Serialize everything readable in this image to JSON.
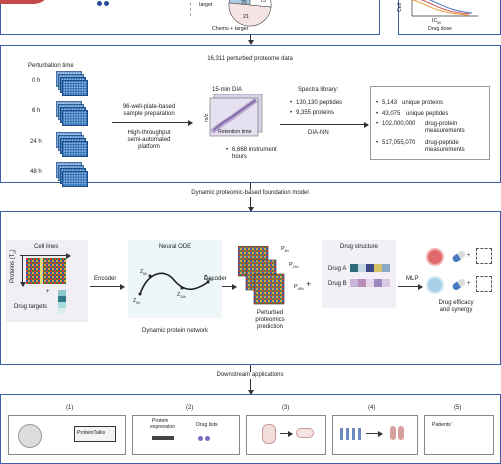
{
  "top": {
    "pie_values": {
      "target": "25",
      "chemo": "21",
      "other": "73"
    },
    "pie_labels": {
      "target": "target",
      "chemo_target": "Chemo + target"
    },
    "ic50": {
      "axis_prefix": "Cell",
      "ic_label": "IC",
      "ic_sub": "50",
      "xlabel": "Drug dose"
    }
  },
  "panel2": {
    "perturbation_title": "Perturbation time",
    "timepoints": [
      "0 h",
      "6 h",
      "24 h",
      "48 h"
    ],
    "proteome_title": "16,311 perturbed proteome data",
    "prep_text": [
      "96-well-plate-based",
      "sample preparation"
    ],
    "platform_text": [
      "High-throughput",
      "semi-automated",
      "platform"
    ],
    "dia_title": "15-min DIA",
    "dia_axes": {
      "y": "m/z",
      "x": "Retention time"
    },
    "instrument_hours": [
      "6,668 instrument",
      "hours"
    ],
    "spectra_title": "Spectra library:",
    "spectra_items": [
      "130,130 peptides",
      "9,355 proteins"
    ],
    "software": "DIA-NN",
    "stats": [
      {
        "value": "5,143",
        "label": "unique proteins"
      },
      {
        "value": "43,075",
        "label": "unique peptides"
      },
      {
        "value": "102,000,000",
        "label": "drug-protein"
      },
      {
        "value": "",
        "label": "measurements"
      },
      {
        "value": "517,055,070",
        "label": "drug-peptide"
      },
      {
        "value": "",
        "label": "measurements"
      }
    ]
  },
  "panel3": {
    "title": "Dynamic proteomic-based foundation model",
    "cell_lines": "Cell lines",
    "proteins_label": "Proteins (T",
    "proteins_sub": "0",
    "proteins_close": ")",
    "drug_targets": "Drug targets",
    "encoder": "Encoder",
    "neural_ode": "Neural ODE",
    "z_labels": {
      "z6": "6h",
      "z24": "24h",
      "z48": "48h",
      "z0": "0h"
    },
    "z_letter": "Z",
    "network": "Dynamic protein network",
    "decoder": "Decoder",
    "p_labels": [
      "6h",
      "24h",
      "48h"
    ],
    "p_letter": "P",
    "prediction": [
      "Perturbed",
      "proteomics",
      "prediction"
    ],
    "plus": "+",
    "drug_structure": "Drug structure",
    "drug_a": "Drug A",
    "drug_b": "Drug B",
    "mlp": "MLP",
    "efficacy": [
      "Drug efficacy",
      "and synergy"
    ]
  },
  "panel4": {
    "title": "Downstream applications",
    "numbers": [
      "(1)",
      "(2)",
      "(3)",
      "(4)",
      "(5)"
    ],
    "box1_label": "ProteinTalks",
    "box2_labels": [
      "Protein",
      "expression",
      "Drug lists"
    ],
    "box5_label": "Patients'"
  },
  "colors": {
    "frame": "#3a5ea8",
    "plate": "#2e6db4",
    "ode_bg": "#eef7f8",
    "drug_bg": "#f2eff7",
    "cell_bg": "#f1eef6"
  }
}
